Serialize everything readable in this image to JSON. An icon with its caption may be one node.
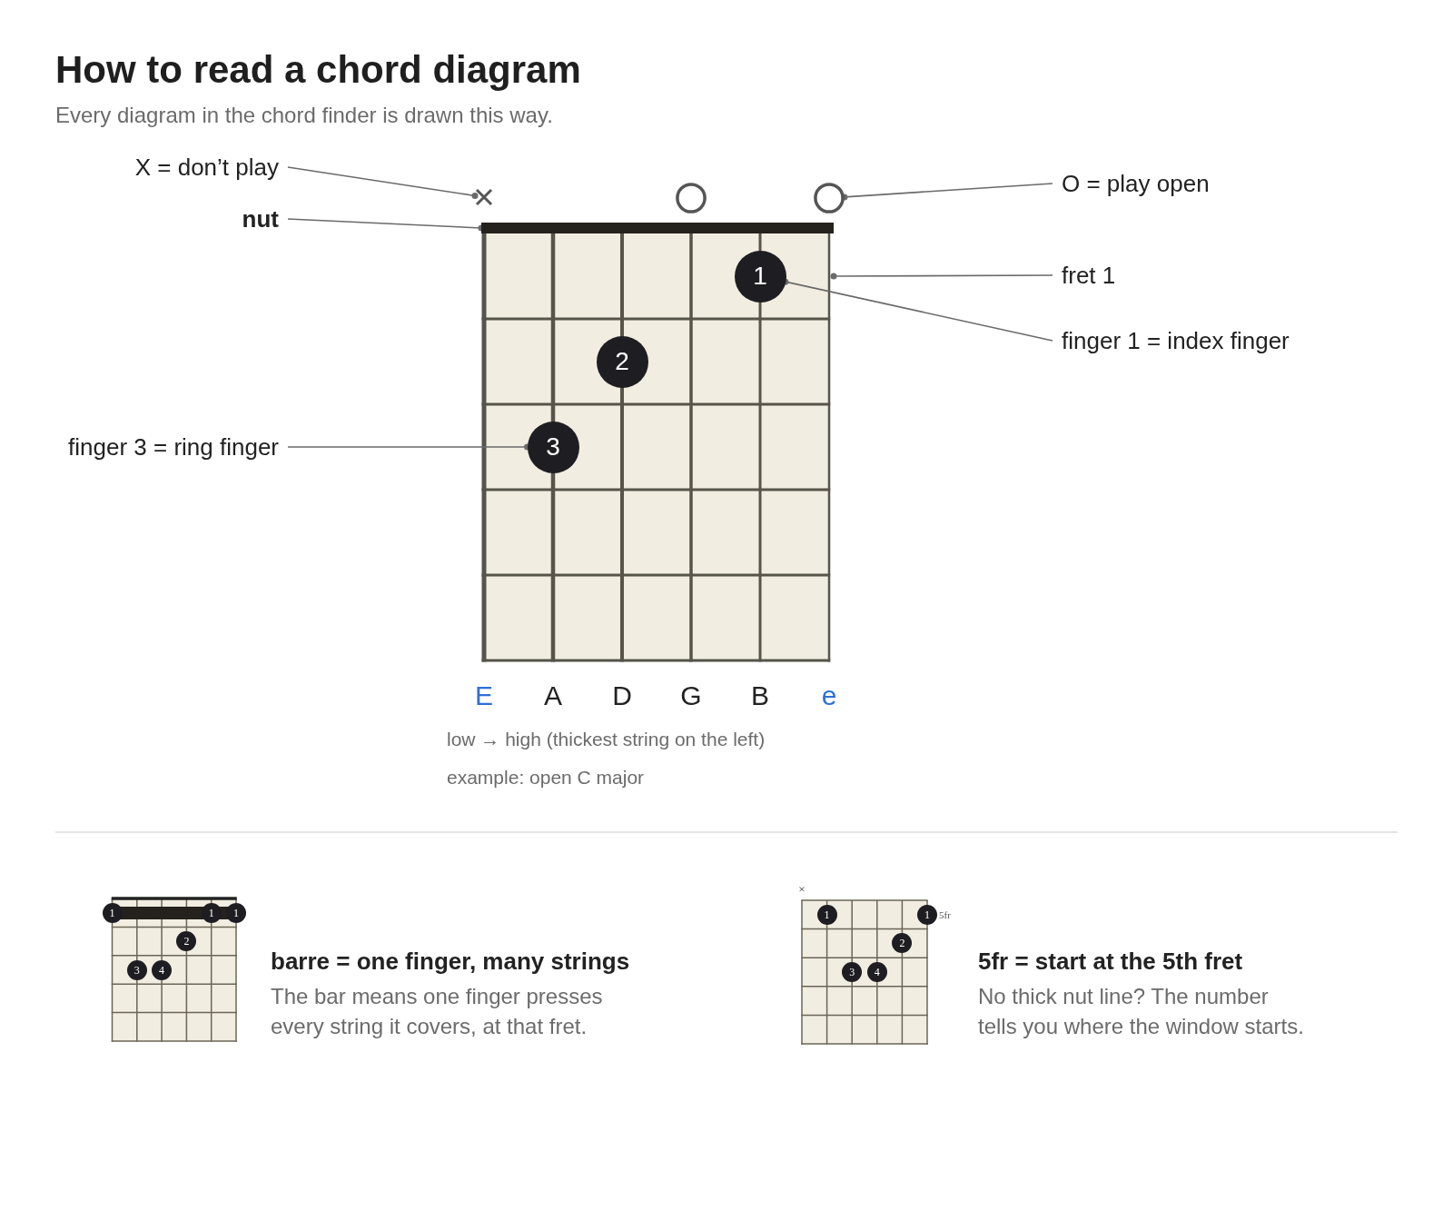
{
  "diagram": {
    "title": "How to read a chord diagram",
    "nodes": [
      {
        "text": [
          "X = don’t play"
        ]
      },
      {
        "text": [
          "nut"
        ]
      },
      {
        "text": [
          "finger 3 = ring finger"
        ]
      },
      {
        "text": [
          "O = play open"
        ]
      },
      {
        "text": [
          "fret 1"
        ]
      },
      {
        "text": [
          "finger 1 = index finger"
        ]
      },
      {
        "text": [],
        "shape": "box"
      },
      {
        "text": [],
        "shape": "bar",
        "in": 6
      },
      {
        "text": [],
        "shape": "cross"
      },
      {
        "text": [],
        "shape": "circle"
      },
      {
        "text": [],
        "shape": "circle"
      },
      {
        "text": [
          "1"
        ],
        "in": 6
      },
      {
        "text": [
          "2"
        ],
        "in": 6
      },
      {
        "text": [
          "3"
        ],
        "in": 6
      },
      {
        "text": [],
        "shape": "box"
      },
      {
        "text": [],
        "shape": "bar",
        "in": 14
      },
      {
        "text": [
          "1"
        ],
        "in": 15
      },
      {
        "text": [
          "1"
        ],
        "in": 15
      },
      {
        "text": [
          "1"
        ],
        "in": 15
      },
      {
        "text": [
          "2"
        ],
        "in": 14
      },
      {
        "text": [
          "3"
        ],
        "in": 14
      },
      {
        "text": [
          "4"
        ],
        "in": 14
      },
      {
        "text": [],
        "shape": "box"
      },
      {
        "text": [
          "1"
        ],
        "in": 22
      },
      {
        "text": [
          "1"
        ],
        "in": 22,
        "beside": [
          "5fr"
        ]
      },
      {
        "text": [
          "2"
        ],
        "in": 22
      },
      {
        "text": [
          "3"
        ],
        "in": 22
      },
      {
        "text": [
          "4"
        ],
        "in": 22
      }
    ],
    "edges": [
      {
        "from": 0,
        "to": 8,
        "arrow": "other"
      },
      {
        "from": 1,
        "to": 7,
        "arrow": "other"
      },
      {
        "from": 2,
        "to": 13,
        "arrow": "other"
      },
      {
        "from": 3,
        "to": 10,
        "arrow": "other"
      },
      {
        "from": 4,
        "to": 6,
        "arrow": "other"
      },
      {
        "from": 5,
        "to": 11,
        "arrow": "other"
      }
    ],
    "labels": [
      "Every diagram in the chord finder is drawn this way.",
      "E",
      "A",
      "D",
      "G",
      "B",
      "e",
      "low → high (thickest string on the left)",
      "example: open C major",
      "barre = one finger, many strings",
      "The bar means one finger presses every string it covers, at that fret.",
      "×",
      "5fr = start at the 5th fret",
      "No thick nut line? The number tells you where the window starts."
    ]
  }
}
